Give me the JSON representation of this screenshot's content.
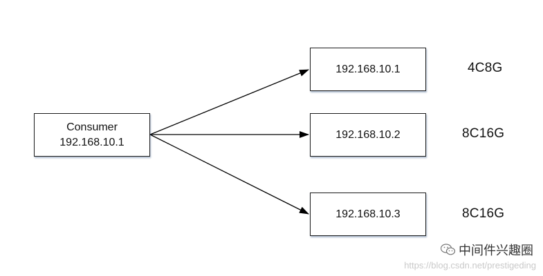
{
  "consumer": {
    "title": "Consumer",
    "ip": "192.168.10.1"
  },
  "providers": [
    {
      "ip": "192.168.10.1",
      "spec": "4C8G"
    },
    {
      "ip": "192.168.10.2",
      "spec": "8C16G"
    },
    {
      "ip": "192.168.10.3",
      "spec": "8C16G"
    }
  ],
  "watermark": {
    "brand": "中间件兴趣圈",
    "url": "https://blog.csdn.net/prestigeding",
    "icon": "wechat-icon"
  },
  "colors": {
    "line": "#000000",
    "border": "#1a1a1a",
    "shadow": "#5070a0"
  }
}
